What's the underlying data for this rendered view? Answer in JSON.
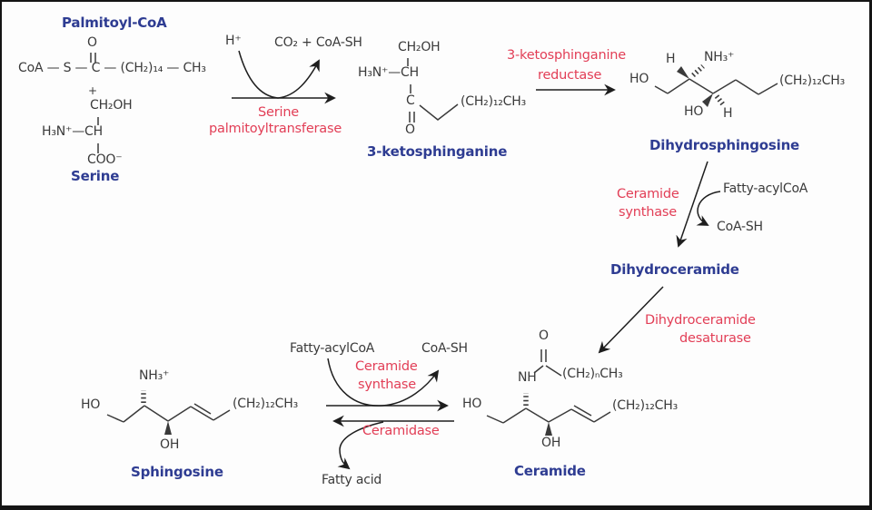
{
  "figure": {
    "colors": {
      "molecule_label_blue": "#2e3c92",
      "enzyme_red": "#e23e56",
      "structure_gray": "#3a3a3a"
    },
    "molecules": {
      "palmitoyl_coa": {
        "title": "Palmitoyl-CoA",
        "carbonyl_o": "O",
        "backbone": "CoA — S — C — (CH₂)₁₄ — CH₃",
        "plus": "+"
      },
      "serine": {
        "title": "Serine",
        "ch2oh": "CH₂OH",
        "h3n_ch": "H₃N⁺—CH",
        "coo": "COO⁻"
      },
      "ketosphinganine": {
        "title": "3-ketosphinganine",
        "ch2oh": "CH₂OH",
        "h3n_ch": "H₃N⁺—CH",
        "carbonyl_c": "C",
        "carbonyl_o": "O",
        "tail": "(CH₂)₁₂CH₃"
      },
      "dihydrosphingosine": {
        "title": "Dihydrosphingosine",
        "h_c2": "H",
        "nh3": "NH₃⁺",
        "ho_head": "HO",
        "ho_c3": "HO",
        "h_c3": "H",
        "tail": "(CH₂)₁₂CH₃"
      },
      "dihydroceramide": {
        "title": "Dihydroceramide"
      },
      "sphingosine": {
        "title": "Sphingosine",
        "nh3": "NH₃⁺",
        "ho_head": "HO",
        "oh_c3": "OH",
        "tail": "(CH₂)₁₂CH₃"
      },
      "ceramide": {
        "title": "Ceramide",
        "carbonyl_o": "O",
        "nh": "NH",
        "ho_head": "HO",
        "oh_c3": "OH",
        "acyl_tail": "(CH₂)ₙCH₃",
        "tail": "(CH₂)₁₂CH₃"
      }
    },
    "enzymes": {
      "serine_palmitoyltransferase": {
        "line1": "Serine",
        "line2": "palmitoyltransferase"
      },
      "ketosphinganine_reductase": {
        "line1": "3-ketosphinganine",
        "line2": "reductase"
      },
      "ceramide_synthase_top": {
        "line1": "Ceramide",
        "line2": "synthase"
      },
      "dihydroceramide_desaturase": {
        "line1": "Dihydroceramide",
        "line2": "desaturase"
      },
      "ceramide_synthase_bottom": {
        "line1": "Ceramide",
        "line2": "synthase"
      },
      "ceramidase": {
        "line1": "Ceramidase"
      }
    },
    "cofactors": {
      "h_plus": "H⁺",
      "co2_coash": "CO₂ + CoA-SH",
      "fatty_acyl_coa_top": "Fatty-acylCoA",
      "coash_top": "CoA-SH",
      "fatty_acyl_coa_bottom": "Fatty-acylCoA",
      "coash_bottom": "CoA-SH",
      "fatty_acid": "Fatty acid"
    }
  }
}
